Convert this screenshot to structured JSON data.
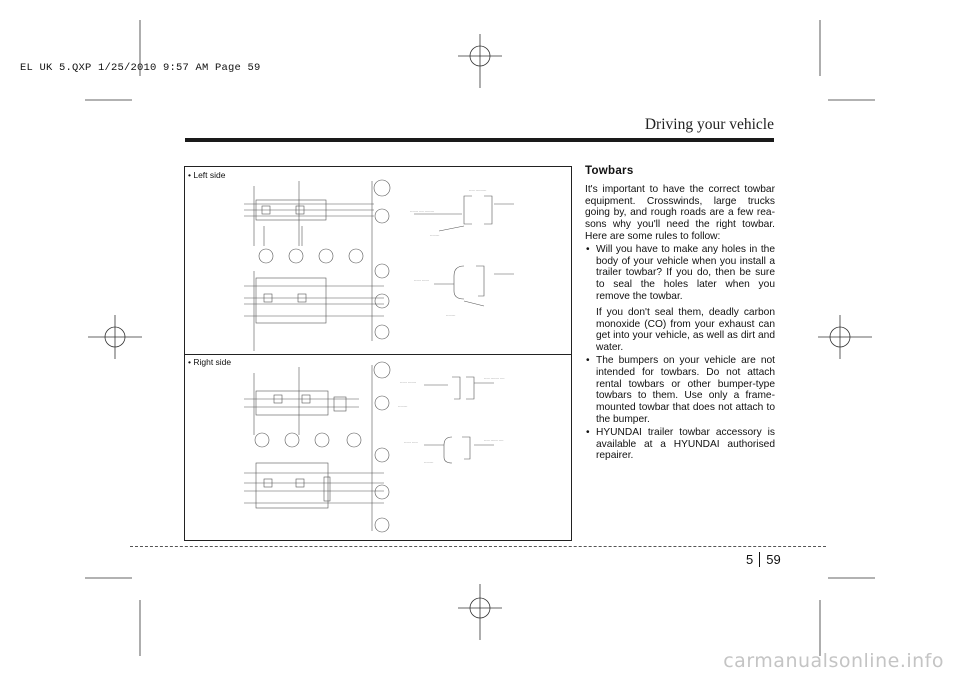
{
  "print_header": "EL UK 5.QXP  1/25/2010  9:57 AM  Page 59",
  "section_title": "Driving your vehicle",
  "figure": {
    "left_label": "• Left side",
    "right_label": "• Right side"
  },
  "article": {
    "heading": "Towbars",
    "intro": "It's important to have the correct towbar equipment. Crosswinds, large trucks going by, and rough roads are a few rea-sons why you'll need the right towbar. Here are some rules to follow:",
    "bullets": [
      {
        "text": "Will you have to make any holes in the body of your vehicle when you install a trailer towbar? If you do, then be sure to seal the holes later when you remove the towbar.",
        "extra": "If you don't seal them, deadly carbon monoxide (CO) from your exhaust can get into your vehicle, as well as dirt and water."
      },
      {
        "text": "The bumpers on your vehicle are not intended for towbars. Do not attach rental towbars or other bumper-type towbars to them. Use only a frame-mounted towbar that does not attach to the bumper."
      },
      {
        "text": "HYUNDAI trailer towbar accessory is available at a HYUNDAI authorised repairer."
      }
    ]
  },
  "page": {
    "chapter": "5",
    "number": "59"
  },
  "watermark": "carmanualsonline.info"
}
